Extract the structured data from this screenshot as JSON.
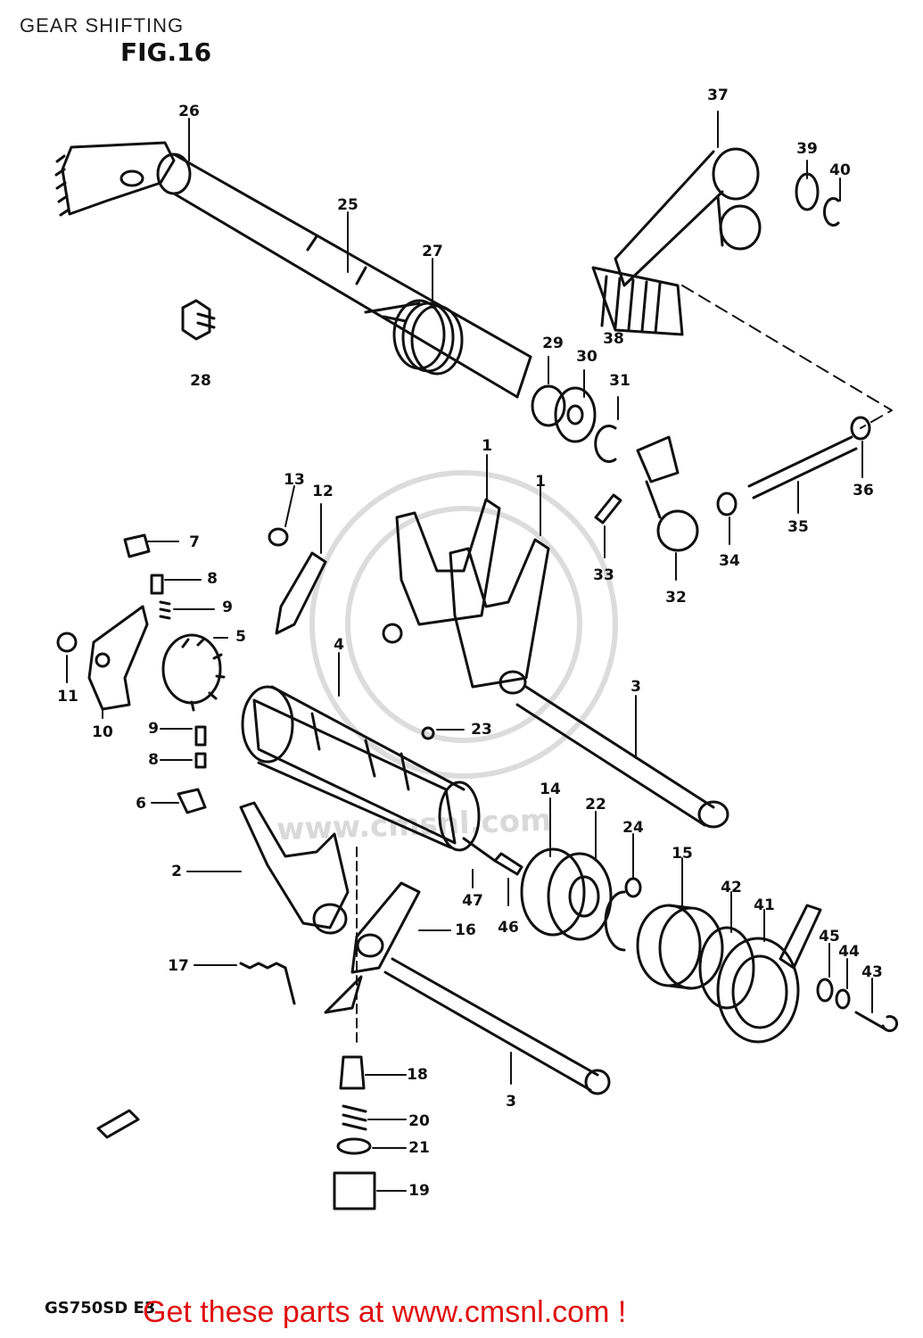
{
  "header": {
    "title": "GEAR SHIFTING",
    "figure": "FIG.16"
  },
  "footer": {
    "model_code": "GS750SD E3",
    "promo": "Get these parts at www.cmsnl.com !"
  },
  "watermark": {
    "text": "www.cmsnl.com"
  },
  "colors": {
    "line": "#111111",
    "promo": "#e01010",
    "watermark": "#d9d9d9"
  },
  "callouts": [
    "1",
    "1",
    "2",
    "3",
    "3",
    "4",
    "5",
    "6",
    "7",
    "8",
    "8",
    "9",
    "9",
    "10",
    "11",
    "12",
    "13",
    "14",
    "15",
    "16",
    "17",
    "18",
    "19",
    "20",
    "21",
    "22",
    "23",
    "24",
    "25",
    "26",
    "27",
    "28",
    "29",
    "30",
    "31",
    "32",
    "33",
    "34",
    "35",
    "36",
    "37",
    "38",
    "39",
    "40",
    "41",
    "42",
    "43",
    "44",
    "45",
    "46",
    "47"
  ]
}
